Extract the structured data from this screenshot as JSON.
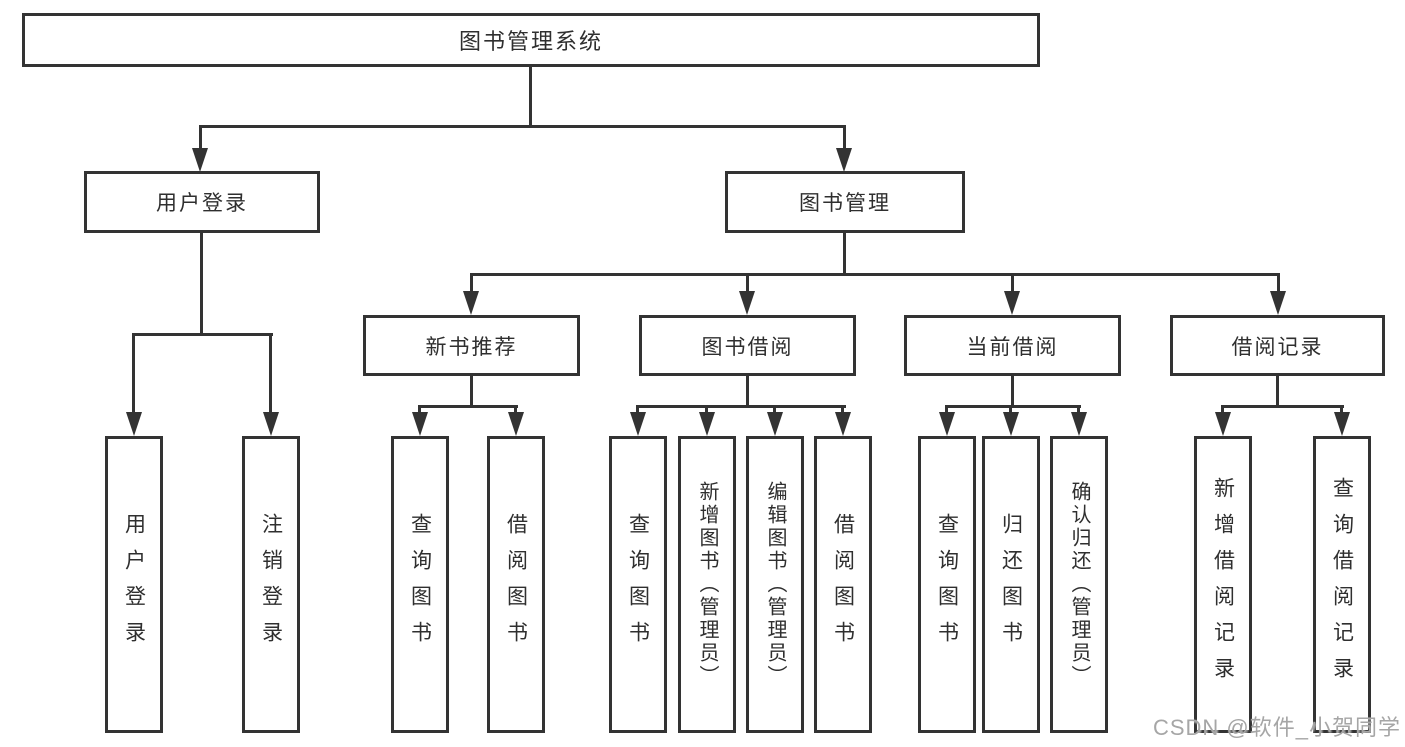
{
  "diagram": {
    "root": {
      "label": "图书管理系统"
    },
    "level2": [
      {
        "label": "用户登录"
      },
      {
        "label": "图书管理"
      }
    ],
    "level3": [
      {
        "label": "新书推荐"
      },
      {
        "label": "图书借阅"
      },
      {
        "label": "当前借阅"
      },
      {
        "label": "借阅记录"
      }
    ],
    "leaves": {
      "user_login": [
        {
          "label": "用户登录"
        },
        {
          "label": "注销登录"
        }
      ],
      "new_book_recommend": [
        {
          "label": "查询图书"
        },
        {
          "label": "借阅图书"
        }
      ],
      "book_borrow": [
        {
          "label": "查询图书"
        },
        {
          "label": "新增图书（管理员）"
        },
        {
          "label": "编辑图书（管理员）"
        },
        {
          "label": "借阅图书"
        }
      ],
      "current_borrow": [
        {
          "label": "查询图书"
        },
        {
          "label": "归还图书"
        },
        {
          "label": "确认归还（管理员）"
        }
      ],
      "borrow_record": [
        {
          "label": "新增借阅记录"
        },
        {
          "label": "查询借阅记录"
        }
      ]
    },
    "watermark": "CSDN @软件_小贺同学",
    "colors": {
      "line": "#333333",
      "text": "#2f2f2f",
      "watermark": "#a6a6a6",
      "background": "#ffffff"
    }
  }
}
